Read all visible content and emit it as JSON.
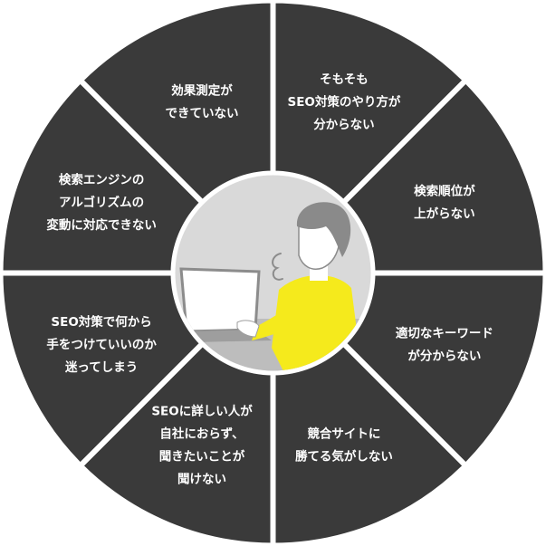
{
  "colors": {
    "segment": "#3a3a3a",
    "divider": "#ffffff",
    "center_bg": "#d9d9d9",
    "shirt": "#f5ea1c",
    "text": "#ffffff"
  },
  "segments": [
    {
      "lines": [
        "そもそも",
        "SEO対策のやり方が",
        "分からない"
      ]
    },
    {
      "lines": [
        "検索順位が",
        "上がらない"
      ]
    },
    {
      "lines": [
        "適切なキーワード",
        "が分からない"
      ]
    },
    {
      "lines": [
        "競合サイトに",
        "勝てる気がしない"
      ]
    },
    {
      "lines": [
        "SEOに詳しい人が",
        "自社におらず、",
        "聞きたいことが",
        "聞けない"
      ]
    },
    {
      "lines": [
        "SEO対策で何から",
        "手をつけていいのか",
        "迷ってしまう"
      ]
    },
    {
      "lines": [
        "検索エンジンの",
        "アルゴリズムの",
        "変動に対応できない"
      ]
    },
    {
      "lines": [
        "効果測定が",
        "できていない"
      ]
    }
  ],
  "center": {
    "illustration": "person-at-laptop-sighing-icon"
  }
}
